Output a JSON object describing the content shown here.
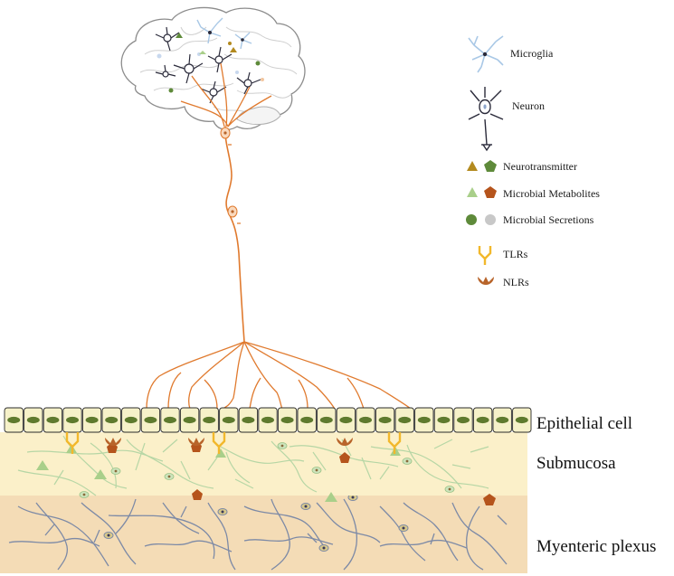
{
  "legend": {
    "microglia": "Microglia",
    "neuron": "Neuron",
    "neurotransmitter": "Neurotransmitter",
    "microbial_metabolites": "Microbial Metabolites",
    "microbial_secretions": "Microbial Secretions",
    "tlrs": "TLRs",
    "nlrs": "NLRs"
  },
  "layers": {
    "epithelial": "Epithelial cell",
    "submucosa": "Submucosa",
    "myenteric": "Myenteric plexus"
  },
  "colors": {
    "nerve": "#e07a2e",
    "neurotransmitter_triangle": "#b38a1f",
    "neurotransmitter_pentagon": "#5e8a3a",
    "metabolite_triangle": "#a9cf8a",
    "metabolite_pentagon": "#b5541c",
    "secretion_green": "#5e8a3a",
    "secretion_grey": "#c8c8c8",
    "tlr": "#f2b82c",
    "nlr": "#b8642a",
    "epithelium_fill": "#f6f1c9",
    "nucleus": "#5e7a2e",
    "submucosa_fill": "#fbf0c9",
    "submucosa_fiber": "#b6d6a5",
    "plexus_fill": "#f4dcb6",
    "plexus_fiber": "#7d8aa6",
    "microglia": "#a9c8e6"
  }
}
